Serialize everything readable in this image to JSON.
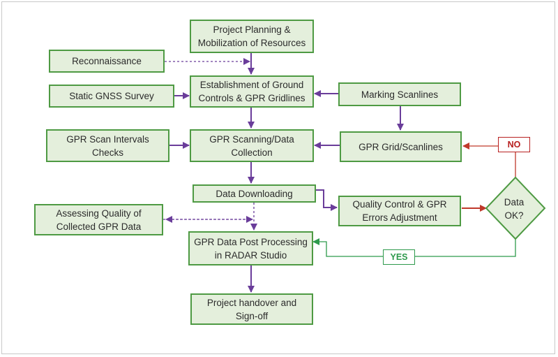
{
  "nodes": {
    "project_planning": "Project Planning &\nMobilization of Resources",
    "reconnaissance": "Reconnaissance",
    "static_gnss": "Static GNSS Survey",
    "establishment": "Establishment of Ground\nControls & GPR Gridlines",
    "marking_scanlines": "Marking Scanlines",
    "scan_interval_checks": "GPR Scan Intervals\nChecks",
    "gpr_scanning": "GPR Scanning/Data\nCollection",
    "gpr_grid": "GPR Grid/Scanlines",
    "data_downloading": "Data Downloading",
    "quality_control": "Quality Control & GPR\nErrors Adjustment",
    "assessing_quality": "Assessing Quality of\nCollected GPR Data",
    "post_processing": "GPR Data Post Processing\nin RADAR Studio",
    "handover": "Project handover and\nSign-off"
  },
  "decision": {
    "label": "Data\nOK?"
  },
  "branch_labels": {
    "no": "NO",
    "yes": "YES"
  },
  "colors": {
    "box_fill": "#e4efdc",
    "box_border": "#4e9a43",
    "arrow_main": "#6a3d9a",
    "arrow_no": "#c0392b",
    "arrow_yes": "#2e9a4c",
    "frame": "#c8c8c8"
  }
}
